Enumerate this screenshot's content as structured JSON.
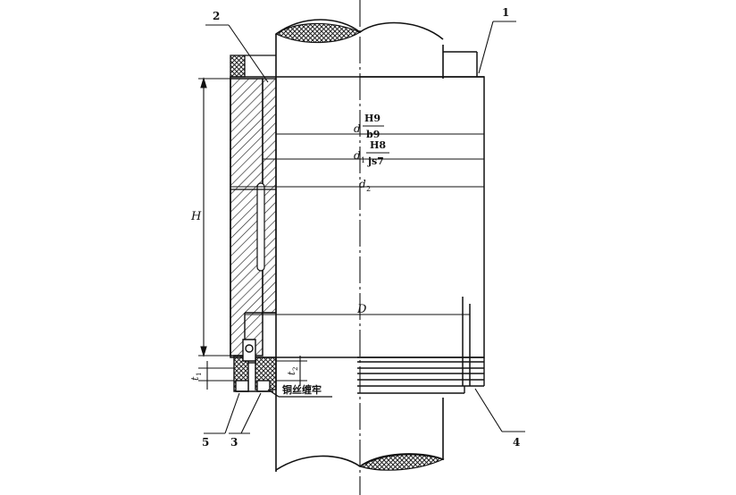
{
  "callouts": {
    "n1": "1",
    "n2": "2",
    "n3": "3",
    "n4": "4",
    "n5": "5"
  },
  "dimensions": {
    "d": "d",
    "fit_d_top": "H9",
    "fit_d_bottom": "b9",
    "d1": "d",
    "d1_sub": "1",
    "fit_d1_top": "H8",
    "fit_d1_bottom": "js7",
    "d2": "d",
    "d2_sub": "2",
    "D": "D",
    "H": "H",
    "t1": "t",
    "t1_sub": "1",
    "t2": "t",
    "t2_sub": "2"
  },
  "notes": {
    "wire_tie": "铜丝缠牢"
  }
}
